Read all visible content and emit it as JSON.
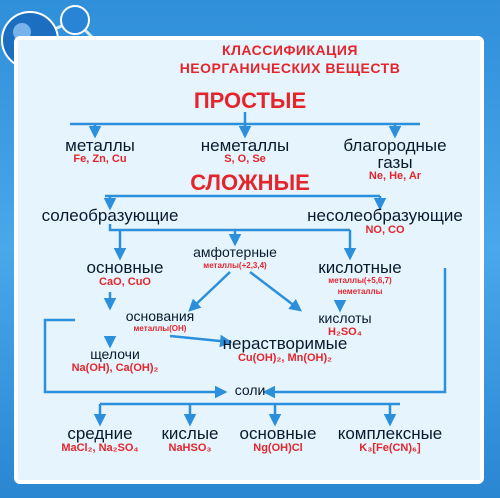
{
  "title": {
    "line1": "КЛАССИФИКАЦИЯ",
    "line2": "НЕОРГАНИЧЕСКИХ ВЕЩЕСТВ"
  },
  "simple": {
    "header": "ПРОСТЫЕ",
    "metals": {
      "label": "металлы",
      "examples": "Fe, Zn, Cu"
    },
    "nonmetals": {
      "label": "неметаллы",
      "examples": "S, O, Se"
    },
    "noble": {
      "label_line1": "благородные",
      "label_line2": "газы",
      "examples": "Ne, He, Ar"
    }
  },
  "complex": {
    "header": "СЛОЖНЫЕ",
    "salt_forming": "солеобразующие",
    "non_salt_forming": {
      "label": "несолеобразующие",
      "examples": "NO, CO"
    },
    "amphoteric": {
      "label": "амфотерные",
      "note": "металлы(+2,3,4)"
    },
    "basic": {
      "label": "основные",
      "examples": "CaO, CuO"
    },
    "acidic": {
      "label": "кислотные",
      "note1": "металлы(+5,6,7)",
      "note2": "неметаллы"
    },
    "bases": {
      "label": "основания",
      "note": "металлы(OH)"
    },
    "acids": {
      "label": "кислоты",
      "examples": "H₂SO₄"
    },
    "alkalis": {
      "label": "щелочи",
      "examples": "Na(OH), Ca(OH)₂"
    },
    "insoluble": {
      "label": "нерастворимые",
      "examples": "Cu(OH)₂, Mn(OH)₂"
    },
    "salts": "соли",
    "salt_types": [
      {
        "label": "средние",
        "examples": "MaCl₂, Na₂SO₄"
      },
      {
        "label": "кислые",
        "examples": "NaHSO₃"
      },
      {
        "label": "основные",
        "examples": "Ng(OH)Cl"
      },
      {
        "label": "комплексные",
        "examples": "K₃[Fe(CN)₆]"
      }
    ]
  },
  "colors": {
    "accent": "#e4262c",
    "arrow": "#2b8fdc",
    "panel": "#e6f4fd",
    "frame": "#3a9be3"
  }
}
